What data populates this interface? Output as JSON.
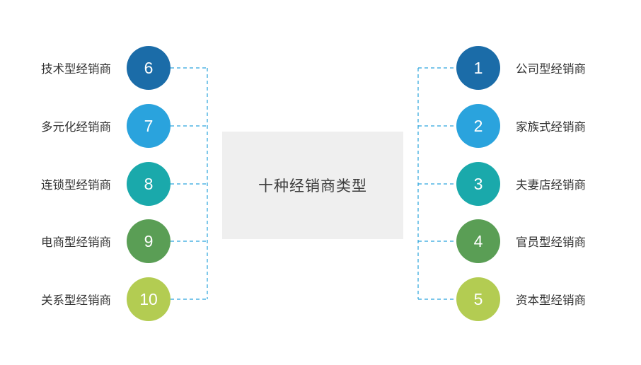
{
  "diagram": {
    "center": {
      "title": "十种经销商类型",
      "background": "#efefef",
      "text_color": "#3d3d3d"
    },
    "left_nodes": [
      {
        "number": "6",
        "label": "技术型经销商",
        "color": "#1b6ca8"
      },
      {
        "number": "7",
        "label": "多元化经销商",
        "color": "#2aa3dd"
      },
      {
        "number": "8",
        "label": "连锁型经销商",
        "color": "#1aa9ab"
      },
      {
        "number": "9",
        "label": "电商型经销商",
        "color": "#5a9e55"
      },
      {
        "number": "10",
        "label": "关系型经销商",
        "color": "#b3cc52"
      }
    ],
    "right_nodes": [
      {
        "number": "1",
        "label": "公司型经销商",
        "color": "#1b6ca8"
      },
      {
        "number": "2",
        "label": "家族式经销商",
        "color": "#2aa3dd"
      },
      {
        "number": "3",
        "label": "夫妻店经销商",
        "color": "#1aa9ab"
      },
      {
        "number": "4",
        "label": "官员型经销商",
        "color": "#5a9e55"
      },
      {
        "number": "5",
        "label": "资本型经销商",
        "color": "#b3cc52"
      }
    ],
    "connector_color": "#2aa3dd",
    "connector_style": "dashed"
  }
}
